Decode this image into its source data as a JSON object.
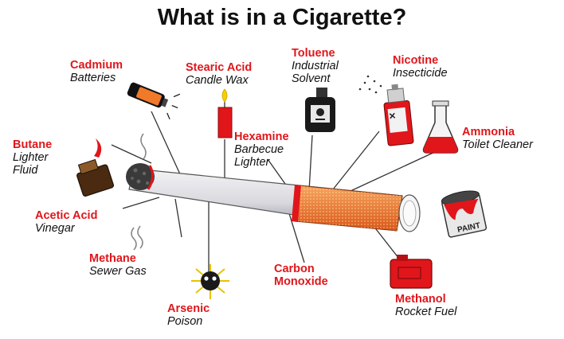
{
  "title": "What is in a Cigarette?",
  "ingredients": [
    {
      "chemical": "Cadmium",
      "use": "Batteries"
    },
    {
      "chemical": "Stearic Acid",
      "use": "Candle Wax"
    },
    {
      "chemical": "Toluene",
      "use": "Industrial Solvent",
      "use_lines": [
        "Industrial",
        "Solvent"
      ]
    },
    {
      "chemical": "Nicotine",
      "use": "Insecticide"
    },
    {
      "chemical": "Ammonia",
      "use": "Toilet Cleaner"
    },
    {
      "chemical": "Butane",
      "use": "Lighter Fluid",
      "use_lines": [
        "Lighter",
        "Fluid"
      ]
    },
    {
      "chemical": "Hexamine",
      "use": "Barbecue Lighter",
      "use_lines": [
        "Barbecue",
        "Lighter"
      ]
    },
    {
      "chemical": "Acetic Acid",
      "use": "Vinegar"
    },
    {
      "chemical": "Methane",
      "use": "Sewer Gas"
    },
    {
      "chemical": "Arsenic",
      "use": "Poison"
    },
    {
      "chemical": "Carbon Monoxide",
      "chemical_lines": [
        "Carbon",
        "Monoxide"
      ]
    },
    {
      "chemical": "Methanol",
      "use": "Rocket Fuel"
    }
  ],
  "paint_label": "PAINT",
  "colors": {
    "chemical_text": "#e0161b",
    "filter": "#f07a2a",
    "ash": "#3a3a3a"
  }
}
